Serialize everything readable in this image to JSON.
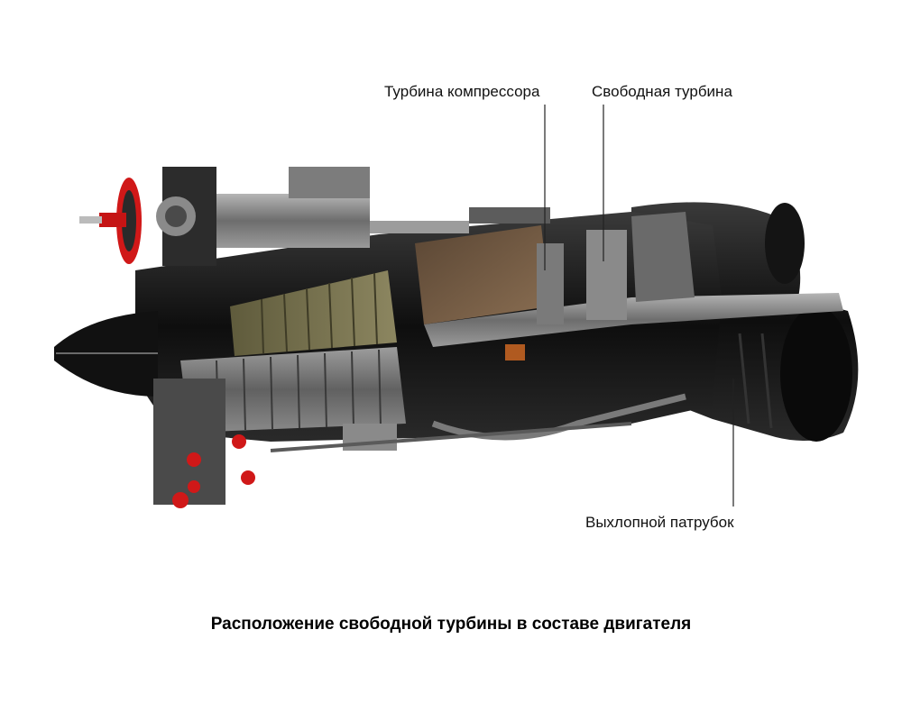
{
  "labels": {
    "compressor_turbine": "Турбина компрессора",
    "free_turbine": "Свободная турбина",
    "exhaust_pipe": "Выхлопной патрубок"
  },
  "caption": "Расположение свободной турбины в составе двигателя",
  "colors": {
    "accent_red": "#d01818",
    "body_dark": "#1e1e1e",
    "metal_grey": "#8a8a8a",
    "compressor_olive": "#6e6a48"
  }
}
